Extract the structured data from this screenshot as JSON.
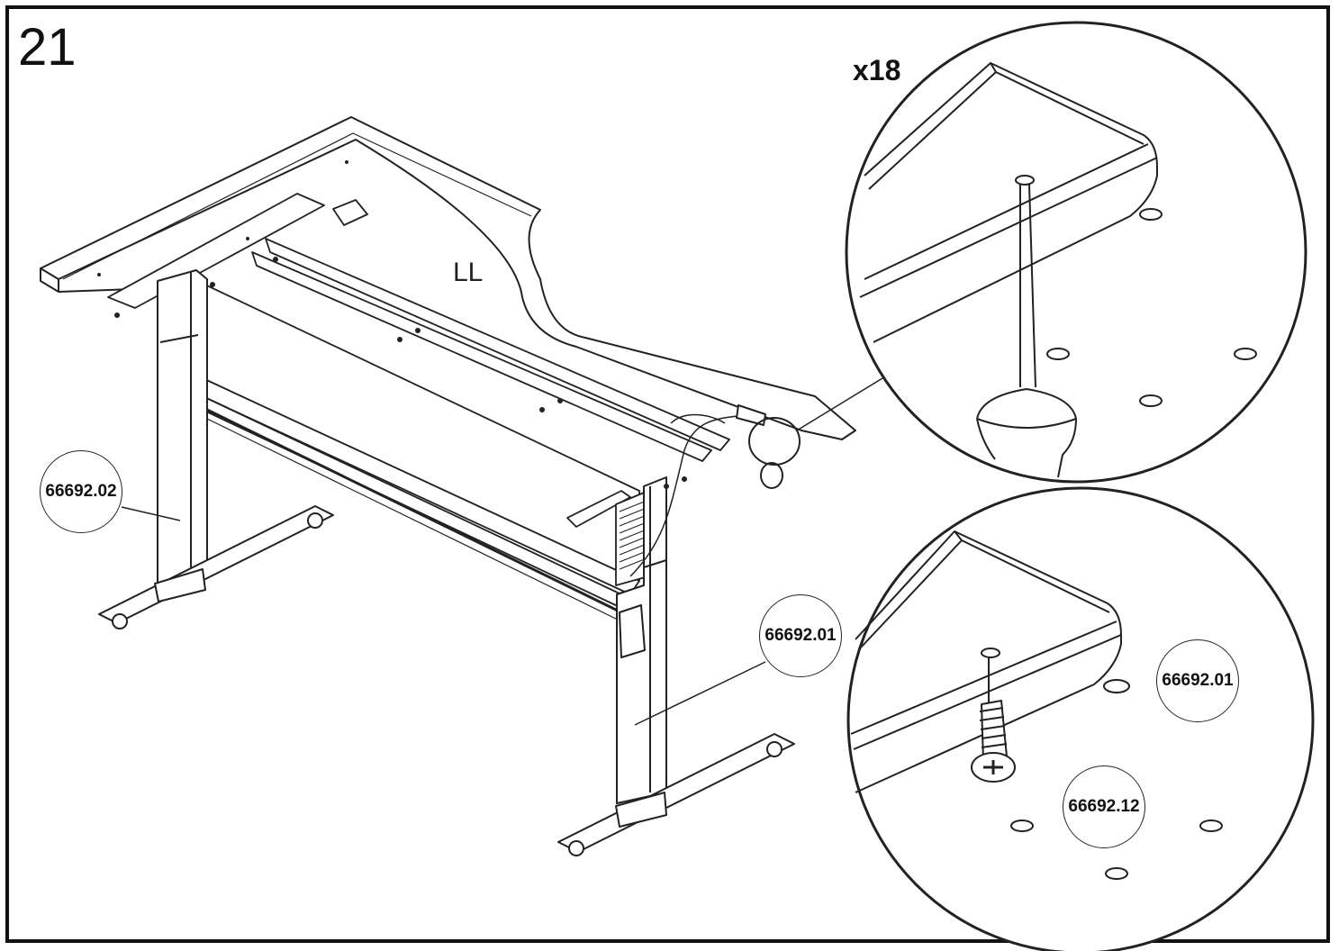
{
  "step": {
    "number": "21"
  },
  "quantity": "x18",
  "side_label": "LL",
  "parts": {
    "leg_left": "66692.02",
    "desktop": "66692.01",
    "desktop_detail": "66692.01",
    "screw": "66692.12"
  },
  "colors": {
    "line": "#222222",
    "background": "#ffffff"
  }
}
